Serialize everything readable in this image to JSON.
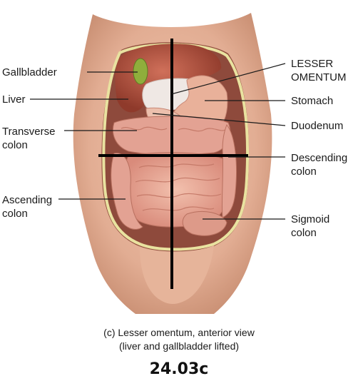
{
  "labels": {
    "gallbladder": "Gallbladder",
    "liver": "Liver",
    "transverse_colon": "Transverse\ncolon",
    "ascending_colon": "Ascending\ncolon",
    "lesser_omentum": "LESSER\nOMENTUM",
    "stomach": "Stomach",
    "duodenum": "Duodenum",
    "descending_colon": "Descending\ncolon",
    "sigmoid_colon": "Sigmoid\ncolon"
  },
  "caption": {
    "line1": "(c) Lesser omentum, anterior view",
    "line2": "(liver and gallbladder lifted)"
  },
  "figure_id": "24.03c",
  "colors": {
    "skin": "#e7b79d",
    "skin_shadow": "#c98f73",
    "cavity": "#8e4a3c",
    "liver": "#b2533f",
    "gallbladder": "#8fae3c",
    "stomach": "#e9b19a",
    "intestine": "#e3a293",
    "omentum_edge": "#e9e2a0",
    "crosshair": "#000000"
  }
}
